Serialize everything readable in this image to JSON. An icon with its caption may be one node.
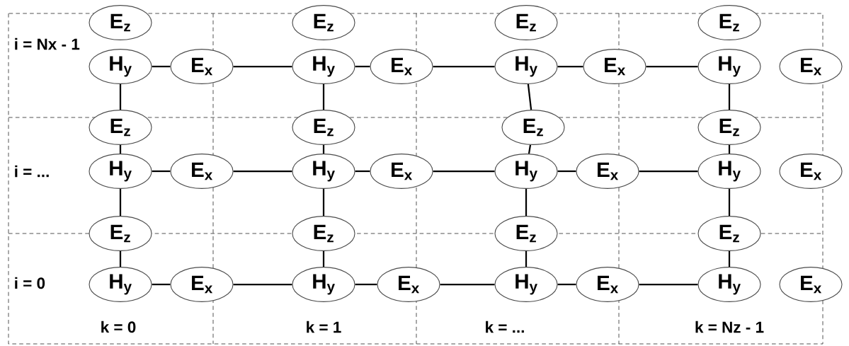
{
  "diagram": {
    "nodes": [
      {
        "text": [
          "E$_{z}$"
        ]
      },
      {
        "text": [
          "E$_{z}$"
        ]
      },
      {
        "text": [
          "E$_{z}$"
        ]
      },
      {
        "text": [
          "E$_{z}$"
        ]
      },
      {
        "text": [
          "H$_{y}$"
        ]
      },
      {
        "text": [
          "E$_{x}$"
        ]
      },
      {
        "text": [
          "H$_{y}$"
        ]
      },
      {
        "text": [
          "E$_{x}$"
        ]
      },
      {
        "text": [
          "H$_{y}$"
        ]
      },
      {
        "text": [
          "E$_{x}$"
        ]
      },
      {
        "text": [
          "H$_{y}$"
        ]
      },
      {
        "text": [
          "E$_{x}$"
        ]
      },
      {
        "text": [
          "E$_{z}$"
        ]
      },
      {
        "text": [
          "E$_{z}$"
        ]
      },
      {
        "text": [
          "E$_{z}$"
        ]
      },
      {
        "text": [
          "E$_{z}$"
        ]
      },
      {
        "text": [
          "H$_{y}$"
        ]
      },
      {
        "text": [
          "E$_{x}$"
        ]
      },
      {
        "text": [
          "H$_{y}$"
        ]
      },
      {
        "text": [
          "E$_{x}$"
        ]
      },
      {
        "text": [
          "H$_{y}$"
        ]
      },
      {
        "text": [
          "E$_{x}$"
        ]
      },
      {
        "text": [
          "H$_{y}$"
        ]
      },
      {
        "text": [
          "E$_{x}$"
        ]
      },
      {
        "text": [
          "E$_{z}$"
        ]
      },
      {
        "text": [
          "E$_{z}$"
        ]
      },
      {
        "text": [
          "E$_{z}$"
        ]
      },
      {
        "text": [
          "E$_{z}$"
        ]
      },
      {
        "text": [
          "H$_{y}$"
        ]
      },
      {
        "text": [
          "E$_{x}$"
        ]
      },
      {
        "text": [
          "H$_{y}$"
        ]
      },
      {
        "text": [
          "E$_{x}$"
        ]
      },
      {
        "text": [
          "H$_{y}$"
        ]
      },
      {
        "text": [
          "E$_{x}$"
        ]
      },
      {
        "text": [
          "H$_{y}$"
        ]
      },
      {
        "text": [
          "E$_{x}$"
        ]
      }
    ],
    "edges": [
      {
        "from": 4,
        "to": 5,
        "arrow": "none"
      },
      {
        "from": 5,
        "to": 6,
        "arrow": "none"
      },
      {
        "from": 6,
        "to": 7,
        "arrow": "none"
      },
      {
        "from": 7,
        "to": 8,
        "arrow": "none"
      },
      {
        "from": 8,
        "to": 9,
        "arrow": "none"
      },
      {
        "from": 9,
        "to": 10,
        "arrow": "none"
      },
      {
        "from": 16,
        "to": 17,
        "arrow": "none"
      },
      {
        "from": 17,
        "to": 18,
        "arrow": "none"
      },
      {
        "from": 18,
        "to": 19,
        "arrow": "none"
      },
      {
        "from": 19,
        "to": 20,
        "arrow": "none"
      },
      {
        "from": 20,
        "to": 21,
        "arrow": "none"
      },
      {
        "from": 21,
        "to": 22,
        "arrow": "none"
      },
      {
        "from": 28,
        "to": 29,
        "arrow": "none"
      },
      {
        "from": 29,
        "to": 30,
        "arrow": "none"
      },
      {
        "from": 30,
        "to": 31,
        "arrow": "none"
      },
      {
        "from": 31,
        "to": 32,
        "arrow": "none"
      },
      {
        "from": 32,
        "to": 33,
        "arrow": "none"
      },
      {
        "from": 33,
        "to": 34,
        "arrow": "none"
      },
      {
        "from": 4,
        "to": 12,
        "arrow": "none"
      },
      {
        "from": 6,
        "to": 13,
        "arrow": "none"
      },
      {
        "from": 8,
        "to": 14,
        "arrow": "none"
      },
      {
        "from": 10,
        "to": 15,
        "arrow": "none"
      },
      {
        "from": 12,
        "to": 16,
        "arrow": "none"
      },
      {
        "from": 13,
        "to": 18,
        "arrow": "none"
      },
      {
        "from": 14,
        "to": 20,
        "arrow": "none"
      },
      {
        "from": 15,
        "to": 22,
        "arrow": "none"
      },
      {
        "from": 16,
        "to": 24,
        "arrow": "none"
      },
      {
        "from": 18,
        "to": 25,
        "arrow": "none"
      },
      {
        "from": 20,
        "to": 26,
        "arrow": "none"
      },
      {
        "from": 22,
        "to": 27,
        "arrow": "none"
      },
      {
        "from": 24,
        "to": 28,
        "arrow": "none"
      },
      {
        "from": 25,
        "to": 30,
        "arrow": "none"
      },
      {
        "from": 26,
        "to": 32,
        "arrow": "none"
      },
      {
        "from": 27,
        "to": 34,
        "arrow": "none"
      }
    ],
    "labels": [
      "i = Nx - 1",
      "i = ...",
      "i = 0",
      "k = 0",
      "k = 1",
      "k = ...",
      "k = Nz - 1"
    ]
  }
}
